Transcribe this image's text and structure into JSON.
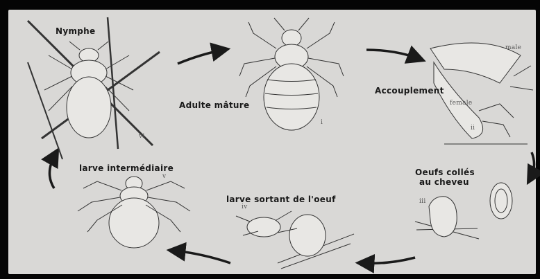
{
  "stages": {
    "nymph": {
      "label": "Nymphe",
      "roman": "vi"
    },
    "adult": {
      "label": "Adulte mâture",
      "roman": "i"
    },
    "mating": {
      "label": "Accouplement",
      "roman": "ii",
      "male": "male",
      "female": "female"
    },
    "eggs": {
      "label_line1": "Oeufs collés",
      "label_line2": "au cheveu",
      "roman": "iii"
    },
    "hatching": {
      "label": "larve sortant de l'oeuf",
      "roman": "iv"
    },
    "intermediate": {
      "label": "larve intermédiaire",
      "roman": "v"
    }
  },
  "colors": {
    "panel": "#d9d8d6",
    "ink": "#1a1a1a",
    "frame": "#050505"
  }
}
